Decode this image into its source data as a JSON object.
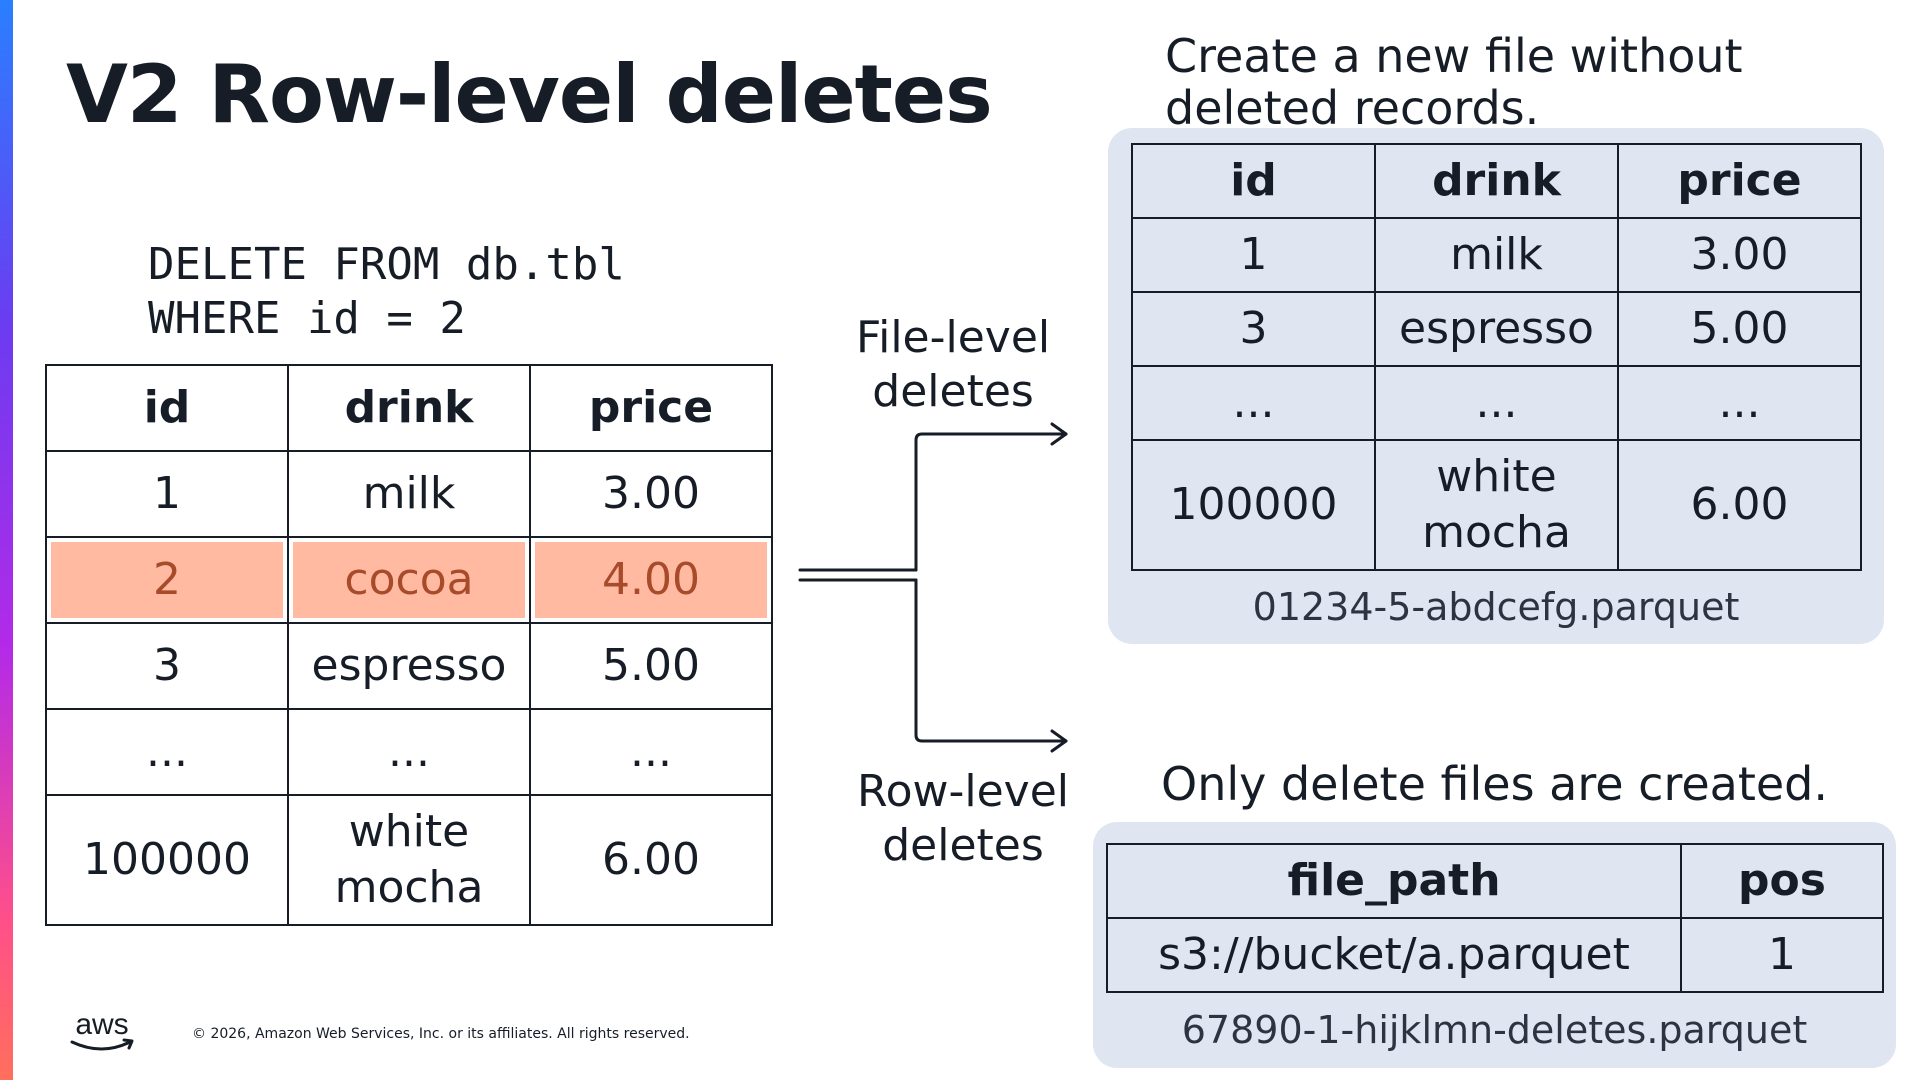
{
  "title": "V2 Row-level deletes",
  "sql": [
    "DELETE FROM db.tbl",
    "WHERE id = 2"
  ],
  "source_table": {
    "headers": [
      "id",
      "drink",
      "price"
    ],
    "rows": [
      [
        "1",
        "milk",
        "3.00"
      ],
      [
        "2",
        "cocoa",
        "4.00"
      ],
      [
        "3",
        "espresso",
        "5.00"
      ],
      [
        "...",
        "...",
        "..."
      ],
      [
        "100000",
        "white\nmocha",
        "6.00"
      ]
    ],
    "deleted_row_color": "#ffbaa1"
  },
  "branches": {
    "file_level_label": "File-level\ndeletes",
    "row_level_label": "Row-level\ndeletes"
  },
  "file_level": {
    "caption": "Create a new file without\ndeleted records.",
    "table": {
      "headers": [
        "id",
        "drink",
        "price"
      ],
      "rows": [
        [
          "1",
          "milk",
          "3.00"
        ],
        [
          "3",
          "espresso",
          "5.00"
        ],
        [
          "...",
          "...",
          "..."
        ],
        [
          "100000",
          "white\nmocha",
          "6.00"
        ]
      ]
    },
    "filename": "01234-5-abdcefg.parquet"
  },
  "row_level": {
    "caption": "Only delete files are created.",
    "table": {
      "headers": [
        "file_path",
        "pos"
      ],
      "rows": [
        [
          "s3://bucket/a.parquet",
          "1"
        ]
      ]
    },
    "filename": "67890-1-hijklmn-deletes.parquet"
  },
  "footer": {
    "logo_text": "aws",
    "copyright": "© 2026, Amazon Web Services, Inc. or its affiliates. All rights reserved."
  },
  "colors": {
    "panel_bg": "#dfe6f1",
    "text": "#161d26",
    "deleted_text": "#a74b2a"
  }
}
